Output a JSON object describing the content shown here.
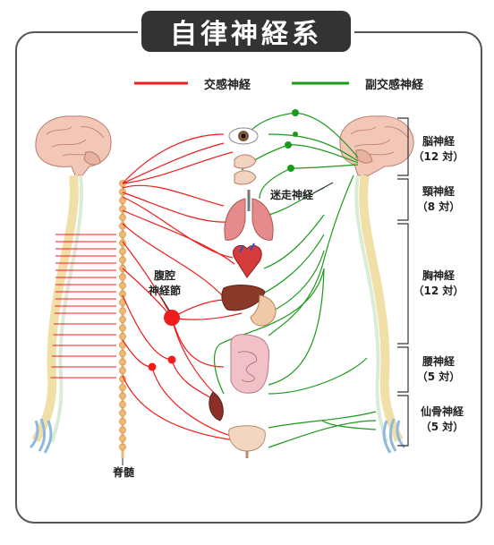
{
  "title": "自律神経系",
  "legend": {
    "sympathetic": "交感神経",
    "parasympathetic": "副交感神経",
    "sympathetic_color": "#ee1c1c",
    "parasympathetic_color": "#1a9a1a"
  },
  "labels": {
    "vagus": "迷走神経",
    "celiac_line1": "腹腔",
    "celiac_line2": "神経節",
    "spinal_cord": "脊髄"
  },
  "nerve_groups": [
    {
      "name": "脳神経",
      "count": "（12 対）"
    },
    {
      "name": "頸神経",
      "count": "（8 対）"
    },
    {
      "name": "胸神経",
      "count": "（12 対）"
    },
    {
      "name": "腰神経",
      "count": "（5 対）"
    },
    {
      "name": "仙骨神経",
      "count": "（5 対）"
    }
  ],
  "organ_icons": [
    "eye-icon",
    "lungs-icon",
    "heart-icon",
    "liver-icon",
    "stomach-icon",
    "intestine-icon",
    "kidney-icon",
    "bladder-icon",
    "brain-icon",
    "spine-icon"
  ]
}
